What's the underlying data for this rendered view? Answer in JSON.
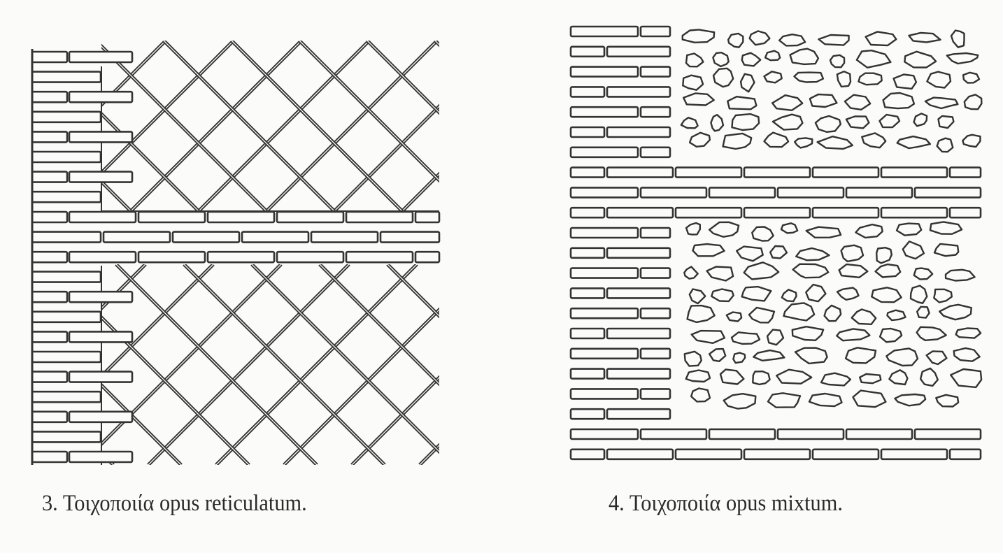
{
  "figures": [
    {
      "number": "3.",
      "caption": "Τοιχοποιία opus reticulatum."
    },
    {
      "number": "4.",
      "caption": "Τοιχοποιία opus mixtum."
    }
  ],
  "colors": {
    "ink": "#333333",
    "paper": "#fbfbf9"
  }
}
